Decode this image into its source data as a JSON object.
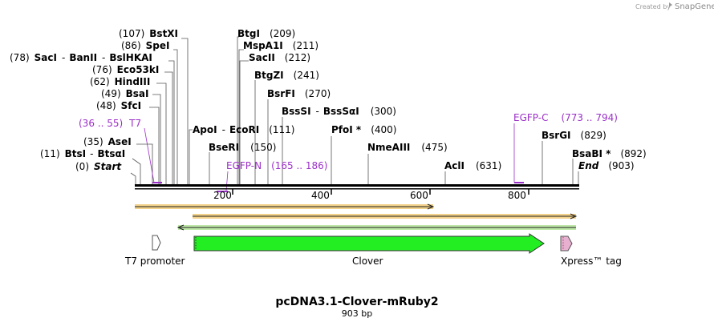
{
  "brand": {
    "prefix": "Created by",
    "name": "SnapGene"
  },
  "title": "pcDNA3.1-Clover-mRuby2",
  "length_label": "903 bp",
  "sequence_length": 903,
  "ruler_ticks": [
    "200",
    "400",
    "600",
    "800"
  ],
  "sites": [
    {
      "pos": 0,
      "line": "(0) Start",
      "cut": 0
    },
    {
      "pos": 11,
      "line": "(11) BtsI - BtsαI",
      "cut": 11
    },
    {
      "pos": 35,
      "line": "(35) AseI",
      "cut": 35
    },
    {
      "pos": 48,
      "line": "(48) SfcI",
      "cut": 48
    },
    {
      "pos": 49,
      "line": "(49) BsaI",
      "cut": 49
    },
    {
      "pos": 62,
      "line": "(62) HindIII",
      "cut": 62
    },
    {
      "pos": 76,
      "line": "(76) Eco53kI",
      "cut": 76
    },
    {
      "pos": 78,
      "line": "(78) SacI - BanII - BslHKAI",
      "cut": 78
    },
    {
      "pos": 86,
      "line": "(86) SpeI",
      "cut": 86
    },
    {
      "pos": 107,
      "line": "(107) BstXI",
      "cut": 107
    },
    {
      "pos": 111,
      "line": "ApoI - EcoRI (111)",
      "cut": 111
    },
    {
      "pos": 150,
      "line": "BseRI (150)",
      "cut": 150
    },
    {
      "pos": 209,
      "line": "BtgI (209)",
      "cut": 209
    },
    {
      "pos": 211,
      "line": "MspA1I (211)",
      "cut": 211
    },
    {
      "pos": 212,
      "line": "SacII (212)",
      "cut": 212
    },
    {
      "pos": 241,
      "line": "BtgZI (241)",
      "cut": 241
    },
    {
      "pos": 270,
      "line": "BsrFI (270)",
      "cut": 270
    },
    {
      "pos": 300,
      "line": "BssSI - BssSαI (300)",
      "cut": 300
    },
    {
      "pos": 400,
      "line": "PfoI * (400)",
      "cut": 400
    },
    {
      "pos": 475,
      "line": "NmeAIII (475)",
      "cut": 475
    },
    {
      "pos": 631,
      "line": "AclI (631)",
      "cut": 631
    },
    {
      "pos": 829,
      "line": "BsrGI (829)",
      "cut": 829
    },
    {
      "pos": 892,
      "line": "BsaBI * (892)",
      "cut": 892
    },
    {
      "pos": 903,
      "line": "End (903)",
      "cut": 903
    }
  ],
  "labels": {
    "start_num": "(0)",
    "start_name": "Start",
    "btsi_num": "(11)",
    "btsi_name": "BtsI",
    "btsi_sep": "-",
    "btsi_name2": "BtsαI",
    "asei_num": "(35)",
    "asei_name": "AseI",
    "sfci_num": "(48)",
    "sfci_name": "SfcI",
    "bsai_num": "(49)",
    "bsai_name": "BsaI",
    "hindiii_num": "(62)",
    "hindiii_name": "HindIII",
    "eco53ki_num": "(76)",
    "eco53ki_name": "Eco53kI",
    "saci_num": "(78)",
    "saci_name": "SacI",
    "saci_sep1": "-",
    "banii_name": "BanII",
    "saci_sep2": "-",
    "bslhkai_name": "BslHKAI",
    "spei_num": "(86)",
    "spei_name": "SpeI",
    "bstxi_num": "(107)",
    "bstxi_name": "BstXI",
    "apoi_name": "ApoI",
    "apoi_sep": "-",
    "ecori_name": "EcoRI",
    "ecori_num": "(111)",
    "bseri_name": "BseRI",
    "bseri_num": "(150)",
    "btgi_name": "BtgI",
    "btgi_num": "(209)",
    "mspa1i_name": "MspA1I",
    "mspa1i_num": "(211)",
    "sacii_name": "SacII",
    "sacii_num": "(212)",
    "btgzi_name": "BtgZI",
    "btgzi_num": "(241)",
    "bsrfi_name": "BsrFI",
    "bsrfi_num": "(270)",
    "bsssi_name": "BssSI",
    "bsssi_sep": "-",
    "bsssai_name": "BssSαI",
    "bsssi_num": "(300)",
    "pfoi_name": "PfoI *",
    "pfoi_num": "(400)",
    "nmeaiii_name": "NmeAIII",
    "nmeaiii_num": "(475)",
    "acli_name": "AclI",
    "acli_num": "(631)",
    "bsrgi_name": "BsrGI",
    "bsrgi_num": "(829)",
    "bsabi_name": "BsaBI *",
    "bsabi_num": "(892)",
    "end_name": "End",
    "end_num": "(903)"
  },
  "primers": [
    {
      "name": "T7",
      "range": "(36 .. 55)",
      "start": 36,
      "end": 55
    },
    {
      "name": "EGFP-N",
      "range": "(165 .. 186)",
      "start": 165,
      "end": 186
    },
    {
      "name": "EGFP-C",
      "range": "(773 .. 794)",
      "start": 773,
      "end": 794
    }
  ],
  "features": [
    {
      "name": "T7 promoter",
      "start": 36,
      "end": 55,
      "color": "#ffffff"
    },
    {
      "name": "Clover",
      "start": 120,
      "end": 840,
      "color": "#22ee22"
    },
    {
      "name": "Xpress™ tag",
      "start": 870,
      "end": 893,
      "color": "#e8b0d0"
    }
  ],
  "colors": {
    "primer": "#9b30c8",
    "orf_outer": "#f2d28a",
    "orf_green": "#bfe8a8",
    "feature_green": "#22ee22"
  }
}
